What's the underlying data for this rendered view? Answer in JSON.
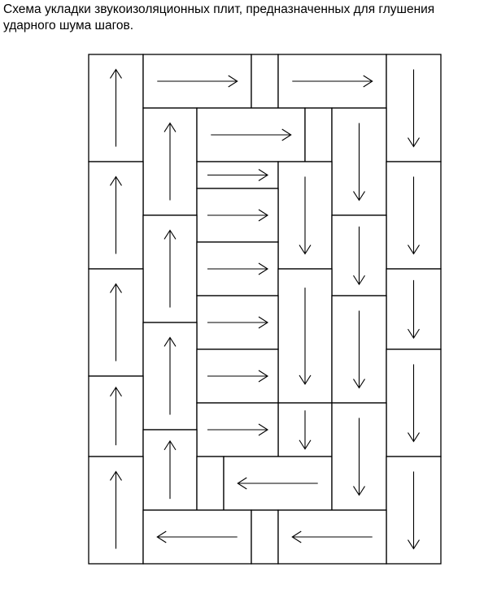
{
  "caption": {
    "line1": "Схема укладки звукоизоляционных плит, предназначенных для глушения",
    "line2": "ударного шума шагов."
  },
  "diagram": {
    "type": "floor-plate-layout",
    "stroke_color": "#000000",
    "background_color": "#ffffff",
    "plates": [
      {
        "id": "p01",
        "arrow": "up"
      },
      {
        "id": "p02",
        "arrow": "right"
      },
      {
        "id": "p03",
        "arrow": "none"
      },
      {
        "id": "p04",
        "arrow": "right"
      },
      {
        "id": "p05",
        "arrow": "down"
      },
      {
        "id": "p06",
        "arrow": "up"
      },
      {
        "id": "p07",
        "arrow": "right"
      },
      {
        "id": "p08",
        "arrow": "none"
      },
      {
        "id": "p09",
        "arrow": "down"
      },
      {
        "id": "p10",
        "arrow": "up"
      },
      {
        "id": "p11",
        "arrow": "down"
      },
      {
        "id": "p12",
        "arrow": "right"
      },
      {
        "id": "p13",
        "arrow": "down"
      },
      {
        "id": "p14",
        "arrow": "right"
      },
      {
        "id": "p15",
        "arrow": "down"
      },
      {
        "id": "p16",
        "arrow": "up"
      },
      {
        "id": "p17",
        "arrow": "up"
      },
      {
        "id": "p18",
        "arrow": "right"
      },
      {
        "id": "p19",
        "arrow": "down"
      },
      {
        "id": "p20",
        "arrow": "down"
      },
      {
        "id": "p21",
        "arrow": "right"
      },
      {
        "id": "p22",
        "arrow": "up"
      },
      {
        "id": "p23",
        "arrow": "down"
      },
      {
        "id": "p24",
        "arrow": "up"
      },
      {
        "id": "p25",
        "arrow": "right"
      },
      {
        "id": "p26",
        "arrow": "down"
      },
      {
        "id": "p27",
        "arrow": "down"
      },
      {
        "id": "p28",
        "arrow": "right"
      },
      {
        "id": "p29",
        "arrow": "up"
      },
      {
        "id": "p30",
        "arrow": "none"
      },
      {
        "id": "p31",
        "arrow": "left"
      },
      {
        "id": "p32",
        "arrow": "down"
      },
      {
        "id": "p33",
        "arrow": "up"
      },
      {
        "id": "p34",
        "arrow": "down"
      },
      {
        "id": "p35",
        "arrow": "left"
      },
      {
        "id": "p36",
        "arrow": "none"
      },
      {
        "id": "p37",
        "arrow": "left"
      }
    ]
  }
}
